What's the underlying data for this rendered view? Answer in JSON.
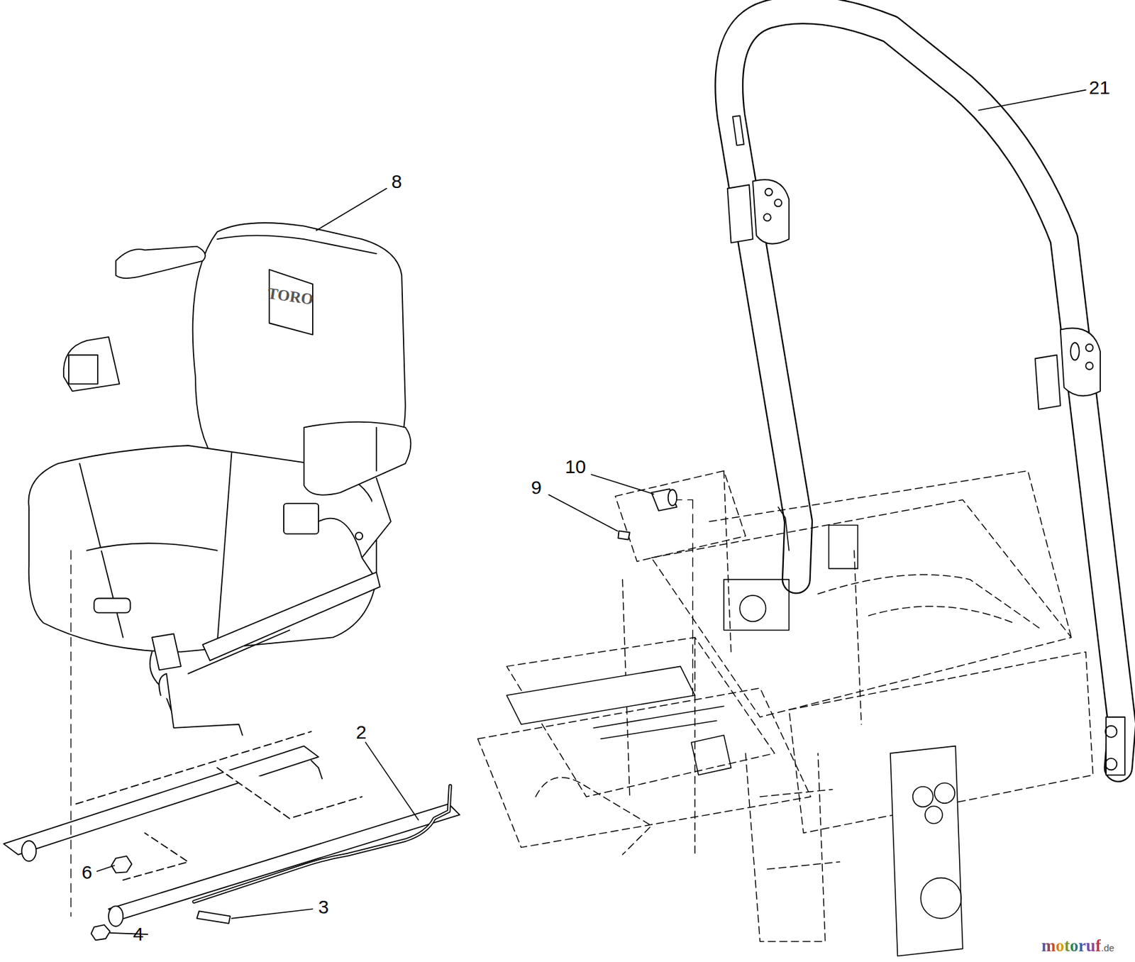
{
  "diagram": {
    "labels": [
      "21",
      "8",
      "10",
      "9",
      "2",
      "6",
      "3",
      "4",
      "TORO",
      "motoruf",
      ".de"
    ]
  }
}
